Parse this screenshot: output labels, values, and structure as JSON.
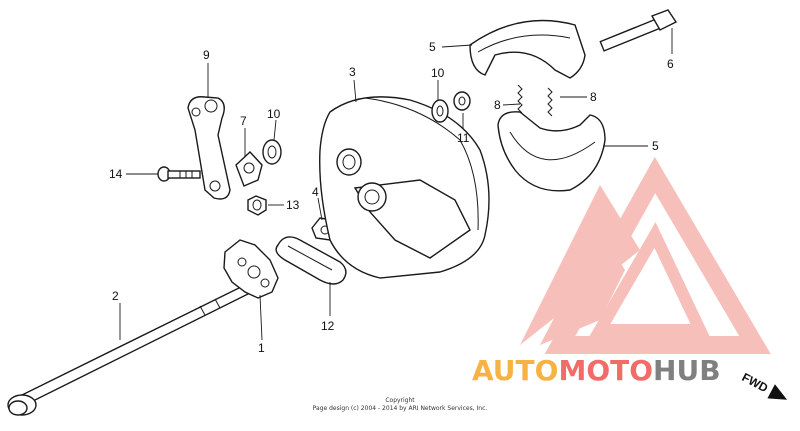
{
  "callouts": {
    "c1": "1",
    "c2": "2",
    "c3": "3",
    "c4": "4",
    "c5a": "5",
    "c5b": "5",
    "c6": "6",
    "c7": "7",
    "c8a": "8",
    "c8b": "8",
    "c9": "9",
    "c10a": "10",
    "c10b": "10",
    "c11": "11",
    "c12": "12",
    "c13": "13",
    "c14": "14"
  },
  "copyright": {
    "line1": "Copyright",
    "line2": "Page design (c) 2004 - 2014 by ARI Network Services, Inc."
  },
  "watermark": {
    "part1": "AUTO",
    "part2": "MOTO",
    "part3": "HUB",
    "color_orange": "#f5a623",
    "color_red": "#ef5350",
    "color_gray": "#6b6b6b"
  },
  "direction_label": "FWD"
}
